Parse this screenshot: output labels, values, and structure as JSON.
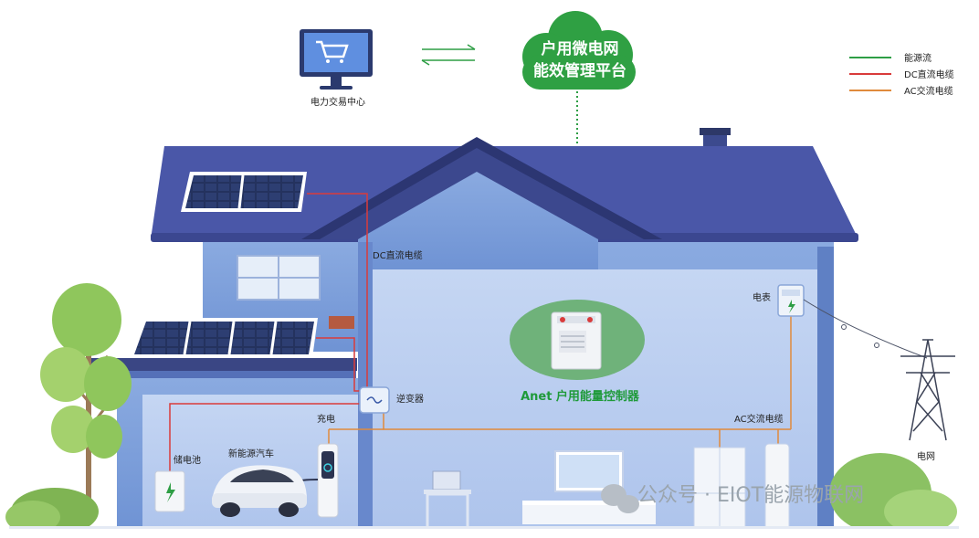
{
  "cloud": {
    "line1": "户用微电网",
    "line2": "能效管理平台"
  },
  "trading_center": {
    "label": "电力交易中心"
  },
  "legend": [
    {
      "label": "能源流",
      "color": "#2e9e45"
    },
    {
      "label": "DC直流电缆",
      "color": "#d93b3b"
    },
    {
      "label": "AC交流电缆",
      "color": "#e08a3c"
    }
  ],
  "labels": {
    "dc_cable": "DC直流电缆",
    "ac_cable": "AC交流电缆",
    "inverter": "逆变器",
    "meter": "电表",
    "controller": "Anet 户用能量控制器",
    "charging": "充电",
    "storage": "储电池",
    "ev": "新能源汽车",
    "grid": "电网"
  },
  "watermark": "公众号 · EIOT能源物联网",
  "colors": {
    "roof": "#4a57a8",
    "wall": "#7ea1dc",
    "interior": "#b9cdf0",
    "cloud": "#2fa043",
    "energy_flow": "#2e9e45",
    "dc": "#d93b3b",
    "ac": "#e08a3c"
  }
}
